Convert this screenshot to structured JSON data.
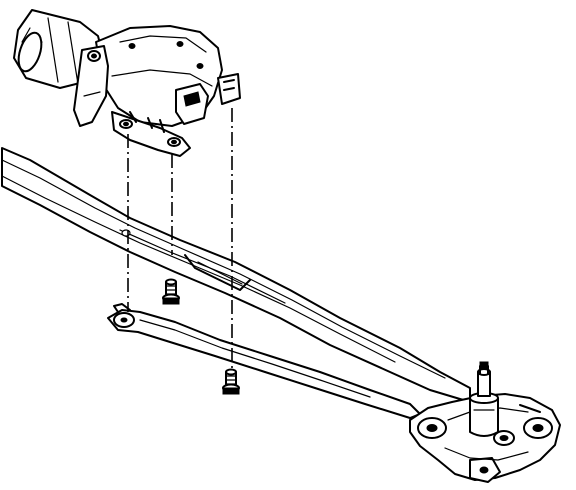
{
  "figure": {
    "components": [
      {
        "id": "wiper-motor",
        "icon": "wiper-motor-icon"
      },
      {
        "id": "motor-mounting-bracket",
        "icon": "bracket-icon"
      },
      {
        "id": "wiper-transmission-linkage",
        "icon": "linkage-icon"
      },
      {
        "id": "linkage-mounting-plate",
        "icon": "plate-icon"
      },
      {
        "id": "wiper-pivot-shaft",
        "icon": "pivot-shaft-icon"
      },
      {
        "id": "mounting-bolts",
        "icon": "bolt-icon",
        "count": 2
      }
    ],
    "alignment_lines": 3,
    "colors": {
      "line": "#000000",
      "background": "#ffffff"
    }
  }
}
